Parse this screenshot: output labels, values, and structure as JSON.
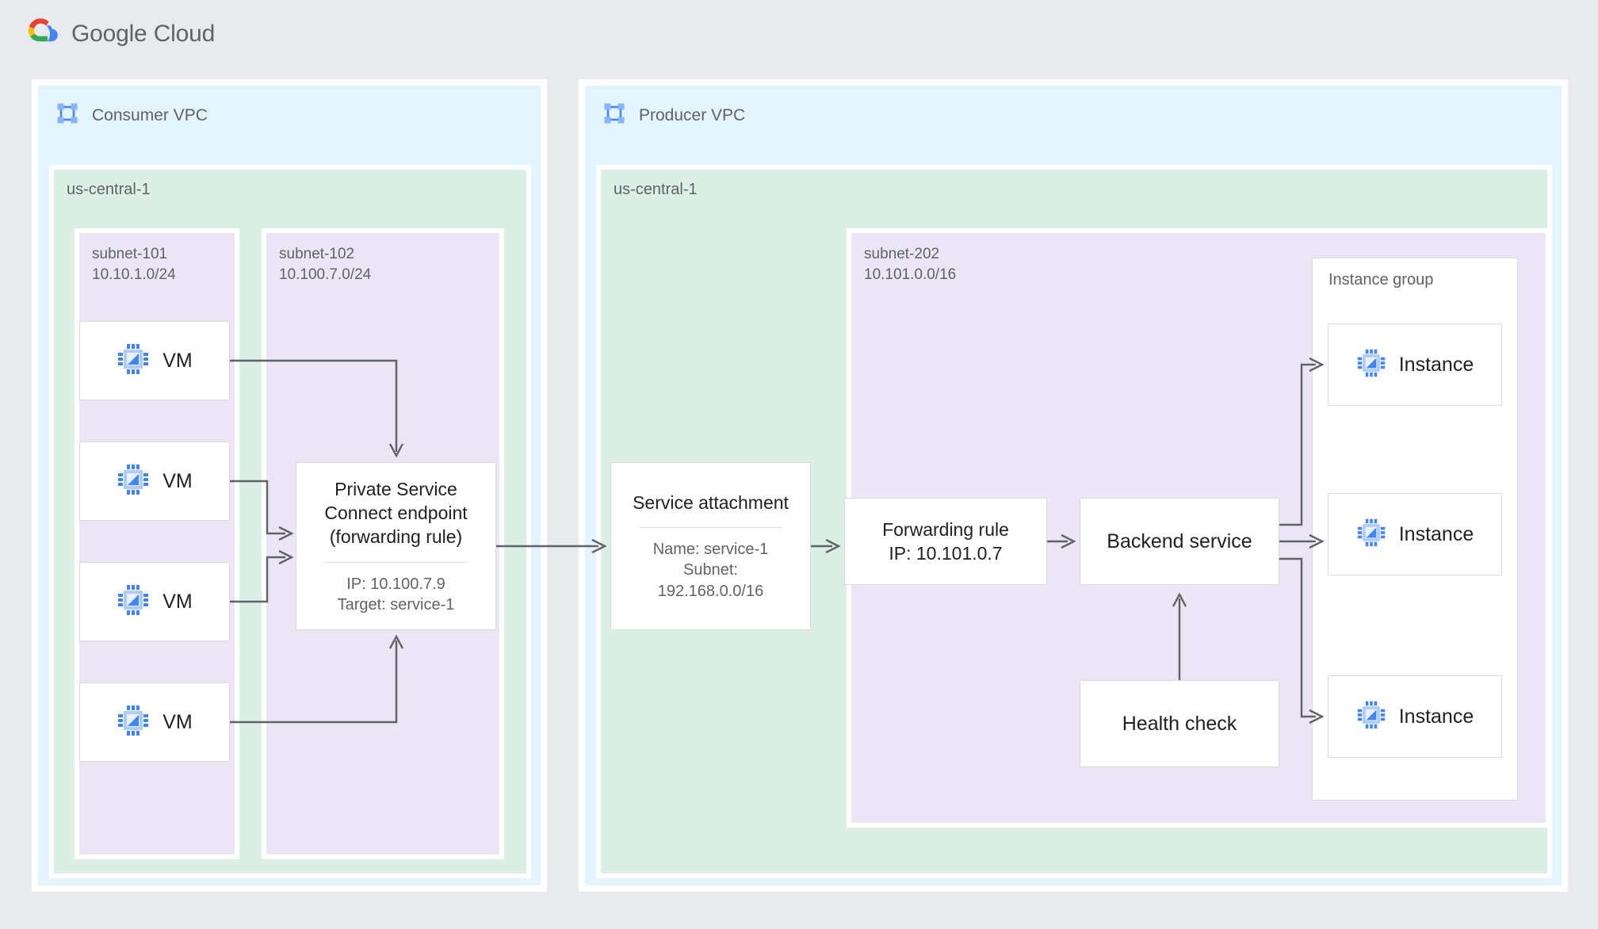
{
  "brand": {
    "logo_icon": "google-cloud-logo",
    "name_primary": "Google",
    "name_secondary": "Cloud"
  },
  "consumer_vpc": {
    "icon": "vpc-network-icon",
    "title": "Consumer VPC",
    "region": {
      "label": "us-central-1",
      "subnets": [
        {
          "name": "subnet-101",
          "cidr": "10.10.1.0/24"
        },
        {
          "name": "subnet-102",
          "cidr": "10.100.7.0/24"
        }
      ]
    },
    "vms": [
      {
        "icon": "vm-chip-icon",
        "label": "VM"
      },
      {
        "icon": "vm-chip-icon",
        "label": "VM"
      },
      {
        "icon": "vm-chip-icon",
        "label": "VM"
      },
      {
        "icon": "vm-chip-icon",
        "label": "VM"
      }
    ],
    "psc_endpoint": {
      "title_line1": "Private Service",
      "title_line2": "Connect endpoint",
      "title_line3": "(forwarding rule)",
      "detail_ip": "IP: 10.100.7.9",
      "detail_target": "Target: service-1"
    }
  },
  "producer_vpc": {
    "icon": "vpc-network-icon",
    "title": "Producer VPC",
    "region": {
      "label": "us-central-1",
      "subnet": {
        "name": "subnet-202",
        "cidr": "10.101.0.0/16"
      }
    },
    "service_attachment": {
      "title": "Service attachment",
      "detail_name": "Name: service-1",
      "detail_subnet_label": "Subnet:",
      "detail_subnet_cidr": "192.168.0.0/16"
    },
    "forwarding_rule": {
      "title": "Forwarding rule",
      "ip": "IP: 10.101.0.7"
    },
    "backend_service": {
      "label": "Backend service"
    },
    "health_check": {
      "label": "Health check"
    },
    "instance_group": {
      "label": "Instance group",
      "instances": [
        {
          "icon": "vm-chip-icon",
          "label": "Instance"
        },
        {
          "icon": "vm-chip-icon",
          "label": "Instance"
        },
        {
          "icon": "vm-chip-icon",
          "label": "Instance"
        }
      ]
    }
  },
  "colors": {
    "page_background": "#e8eaed",
    "vpc_background": "#e3f4fd",
    "region_background": "#dcefe4",
    "subnet_background": "#ebe5f6",
    "node_background": "#ffffff",
    "node_border": "#dadce0",
    "connector": "#5f6368",
    "text_primary": "#202124",
    "text_secondary": "#5f6368",
    "icon_blue": "#4285f4",
    "icon_blue_light": "#8ab4f8",
    "logo_red": "#ea4335",
    "logo_yellow": "#fbbc04",
    "logo_green": "#34a853"
  }
}
